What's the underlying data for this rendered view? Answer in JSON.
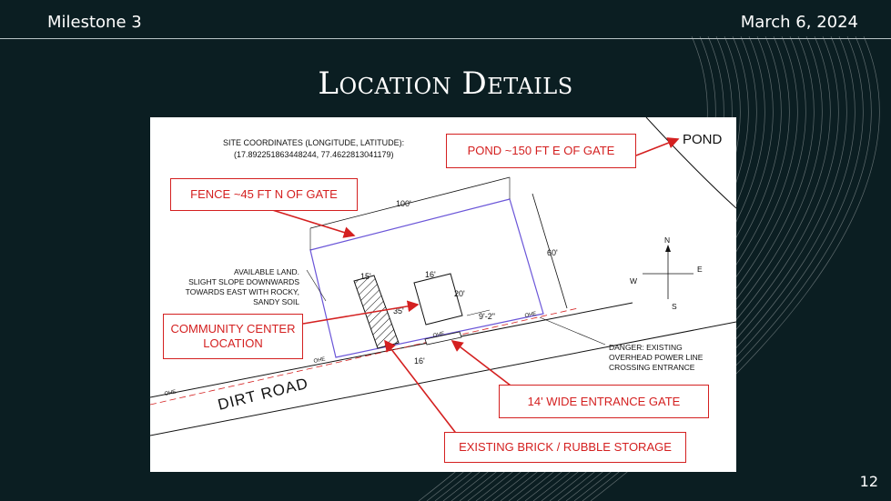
{
  "header": {
    "milestone": "Milestone 3",
    "date": "March 6, 2024"
  },
  "title": "Location Details",
  "page_number": "12",
  "plan": {
    "site_coordinates": [
      "SITE COORDINATES (LONGITUDE, LATITUDE):",
      "(17.892251863448244, 77.4622813041179)"
    ],
    "pond": "POND",
    "available_land": [
      "AVAILABLE LAND.",
      "SLIGHT SLOPE DOWNWARDS",
      "TOWARDS EAST WITH ROCKY,",
      "SANDY SOIL"
    ],
    "danger": [
      "DANGER: EXISTING",
      "OVERHEAD POWER LINE",
      "CROSSING ENTRANCE"
    ],
    "road": "DIRT ROAD",
    "ohe": "OHE",
    "dimensions": {
      "d100": "100'",
      "d60": "60'",
      "d15": "15'",
      "d16a": "16'",
      "d20": "20'",
      "d35": "35'",
      "d92": "9'-2\"",
      "d16b": "16'"
    },
    "compass": {
      "n": "N",
      "e": "E",
      "s": "S",
      "w": "W"
    }
  },
  "callouts": {
    "pond": "POND ~150 FT E OF GATE",
    "fence": "FENCE ~45 FT N OF GATE",
    "community": [
      "COMMUNITY CENTER",
      "LOCATION"
    ],
    "gate": "14' WIDE ENTRANCE GATE",
    "storage": "EXISTING BRICK / RUBBLE STORAGE"
  },
  "colors": {
    "background": "#0b1e22",
    "callout_red": "#d42020",
    "boundary_blue": "#6a55d8"
  }
}
